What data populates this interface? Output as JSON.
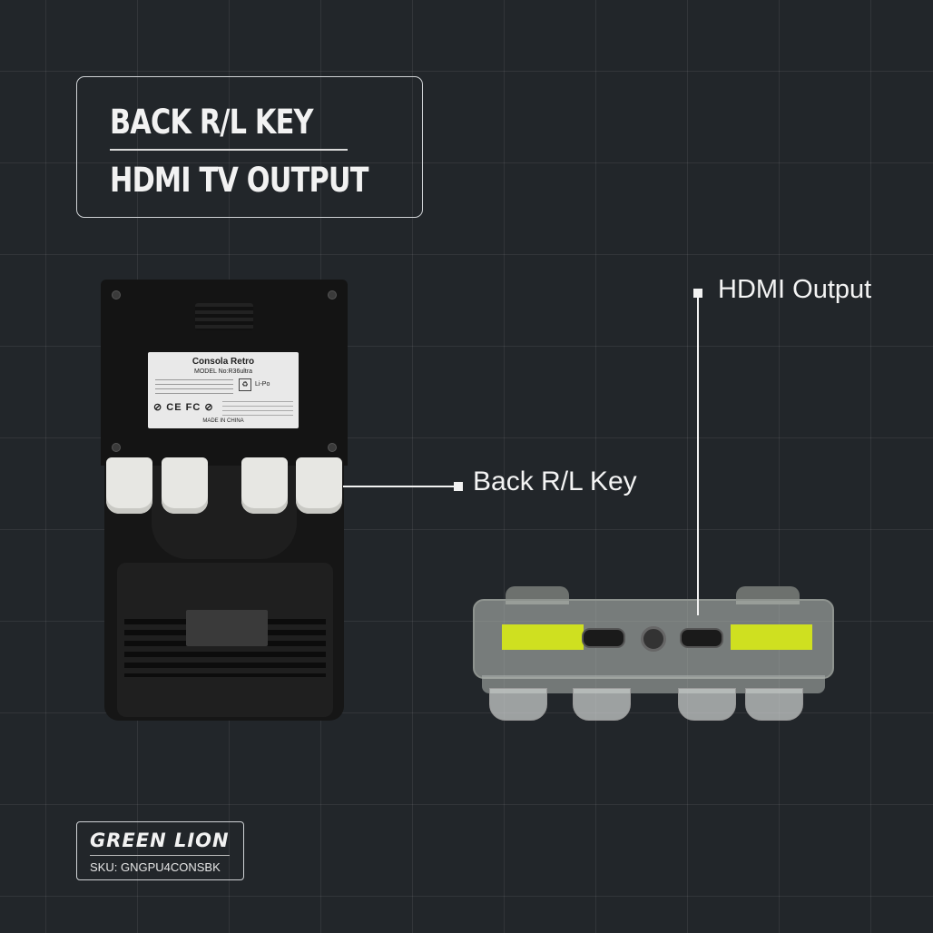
{
  "title_box": {
    "line1": "BACK R/L KEY",
    "line2": "HDMI TV OUTPUT"
  },
  "callouts": {
    "hdmi_output": "HDMI Output",
    "back_rl_key": "Back R/L Key"
  },
  "device_label": {
    "title": "Consola Retro",
    "model": "MODEL No:R36ultra",
    "battery_type": "Li-Po",
    "marks": "⊘ CE FC ⊘",
    "made_in": "MADE IN CHINA"
  },
  "brand": {
    "name": "GREEN LION",
    "sku": "SKU: GNGPU4CONSBK"
  },
  "colors": {
    "background": "#22262a",
    "accent_yellow": "#cfe020",
    "text": "#f2f2f2"
  }
}
